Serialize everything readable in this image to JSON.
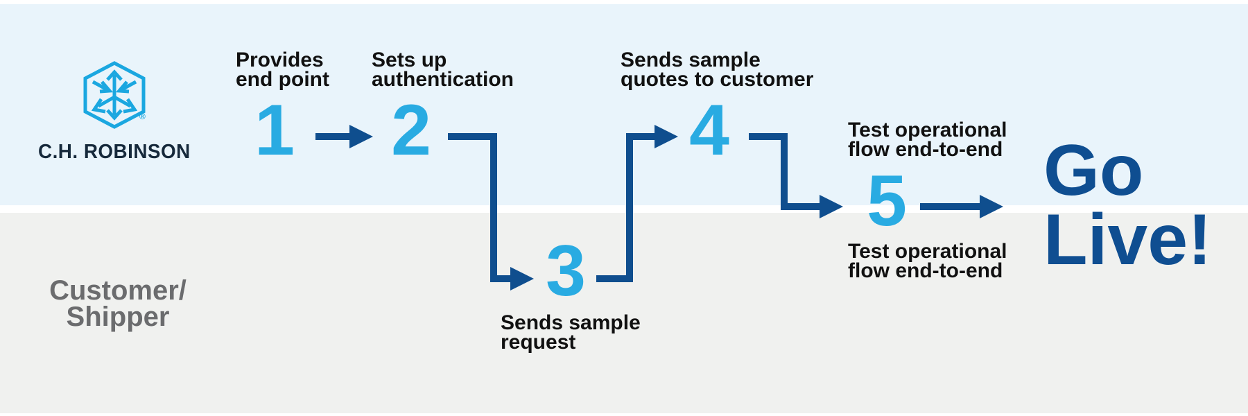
{
  "colors": {
    "lane_top_bg": "#e9f4fb",
    "lane_bottom_bg": "#f0f1ef",
    "accent_cyan": "#29abe2",
    "logo_cyan": "#1ba7e0",
    "arrow_navy": "#0f4e8e",
    "golive_navy": "#0f4e91",
    "label_black": "#111111",
    "customer_gray": "#6b6c6e",
    "wordmark_navy": "#16293b"
  },
  "lanes": {
    "top": {
      "wordmark": "C.H. ROBINSON",
      "registered_mark": "®",
      "logo_icon": "hexagon-arrows-cube-mark"
    },
    "bottom": {
      "label_lines": [
        "Customer/",
        "Shipper"
      ]
    }
  },
  "steps": [
    {
      "number": "1",
      "lane": "top",
      "label_lines": [
        "Provides",
        "end point"
      ]
    },
    {
      "number": "2",
      "lane": "top",
      "label_lines": [
        "Sets up",
        "authentication"
      ]
    },
    {
      "number": "3",
      "lane": "bottom",
      "label_lines": [
        "Sends sample",
        "request"
      ]
    },
    {
      "number": "4",
      "lane": "top",
      "label_lines": [
        "Sends sample",
        "quotes to customer"
      ]
    },
    {
      "number": "5",
      "lane": "both",
      "label_top_lines": [
        "Test operational",
        "flow end-to-end"
      ],
      "label_bottom_lines": [
        "Test operational",
        "flow end-to-end"
      ]
    }
  ],
  "outcome": {
    "lines": [
      "Go",
      "Live!"
    ]
  }
}
